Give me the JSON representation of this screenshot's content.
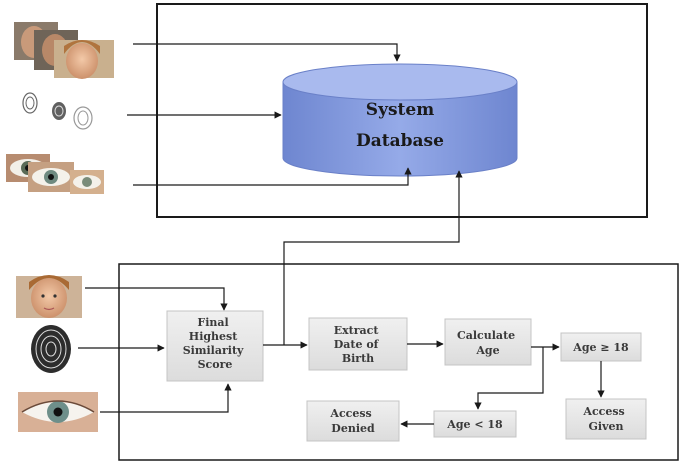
{
  "database": {
    "line1": "System",
    "line2": "Database"
  },
  "steps": {
    "score": [
      "Final",
      "Highest",
      "Similarity",
      "Score"
    ],
    "extract": [
      "Extract",
      "Date of",
      "Birth"
    ],
    "calculate": [
      "Calculate",
      "Age"
    ],
    "age_ge": [
      "Age ≥ 18"
    ],
    "age_lt": [
      "Age < 18"
    ],
    "given": [
      "Access",
      "Given"
    ],
    "denied": [
      "Access",
      "Denied"
    ]
  },
  "inputs": {
    "registration": [
      "face-photos-icon",
      "fingerprint-samples-icon",
      "iris-photos-icon"
    ],
    "verification": [
      "face-photo-icon",
      "fingerprint-icon",
      "eye-icon"
    ]
  },
  "colors": {
    "cylinder": "#7f97dc",
    "cylinder_top": "#a9baee",
    "step_box": "#e6e6e6",
    "line": "#1a1a1a"
  }
}
